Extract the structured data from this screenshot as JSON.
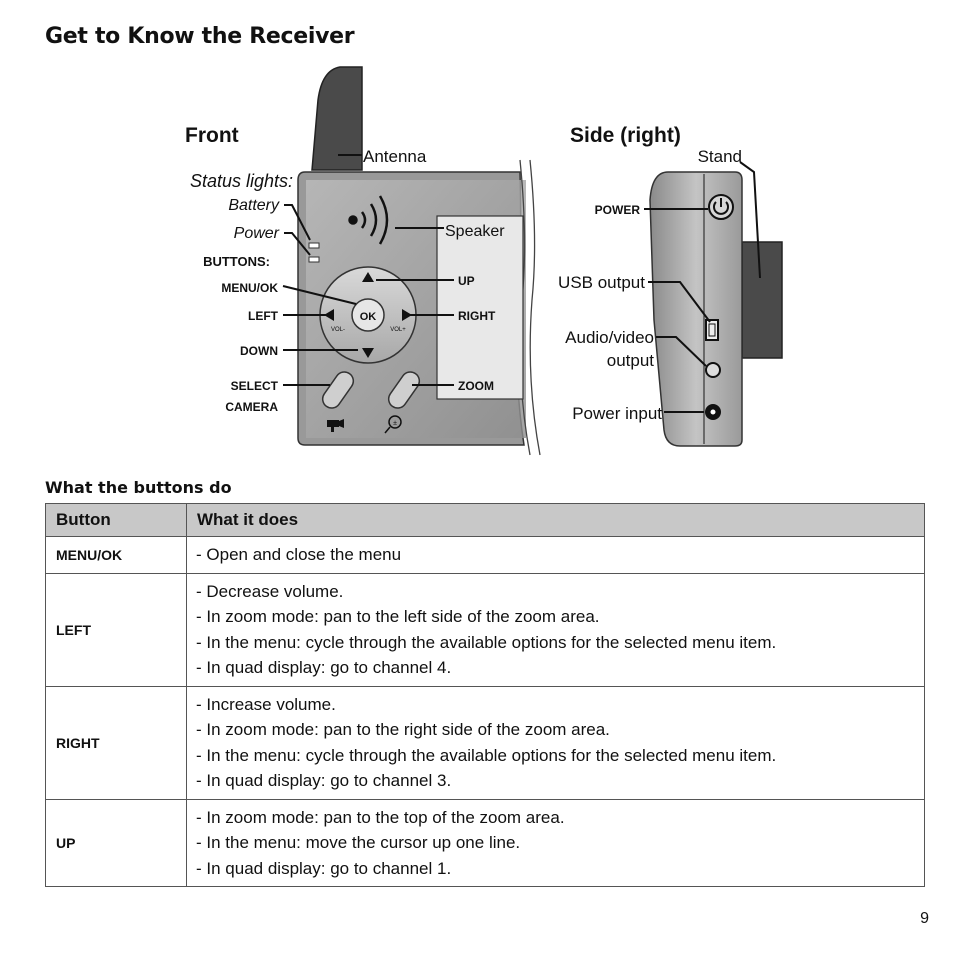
{
  "page": {
    "title": "Get to Know the Receiver",
    "page_number": "9"
  },
  "figure": {
    "front": {
      "heading": "Front",
      "antenna": "Antenna",
      "status_lights": "Status lights:",
      "battery": "Battery",
      "power": "Power",
      "buttons_heading": "BUTTONS:",
      "menu_ok": "MENU/OK",
      "left": "LEFT",
      "down": "DOWN",
      "select_camera_1": "SELECT",
      "select_camera_2": "CAMERA",
      "speaker": "Speaker",
      "up": "UP",
      "right": "RIGHT",
      "zoom": "ZOOM",
      "ok_key": "OK",
      "vol_minus": "VOL-",
      "vol_plus": "VOL+"
    },
    "side": {
      "heading": "Side (right)",
      "stand": "Stand",
      "power": "POWER",
      "usb_output": "USB output",
      "av_output_1": "Audio/video",
      "av_output_2": "output",
      "power_input": "Power input"
    }
  },
  "buttons_table": {
    "heading": "What the buttons do",
    "col_button": "Button",
    "col_what": "What it does",
    "rows": [
      {
        "button": "MENU/OK",
        "lines": [
          "Open and close the menu"
        ]
      },
      {
        "button": "LEFT",
        "lines": [
          "Decrease volume.",
          "In zoom mode: pan to the left side of the zoom area.",
          "In the menu: cycle through the available options for the selected menu item.",
          "In quad display: go to channel 4."
        ]
      },
      {
        "button": "RIGHT",
        "lines": [
          "Increase volume.",
          "In zoom mode: pan to the right side of the zoom area.",
          "In the menu: cycle through the available options for the selected menu item.",
          "In quad display: go to channel 3."
        ]
      },
      {
        "button": "UP",
        "lines": [
          "In zoom mode: pan to the top of the zoom area.",
          "In the menu: move the cursor up one line.",
          "In quad display: go to channel 1."
        ]
      }
    ]
  }
}
